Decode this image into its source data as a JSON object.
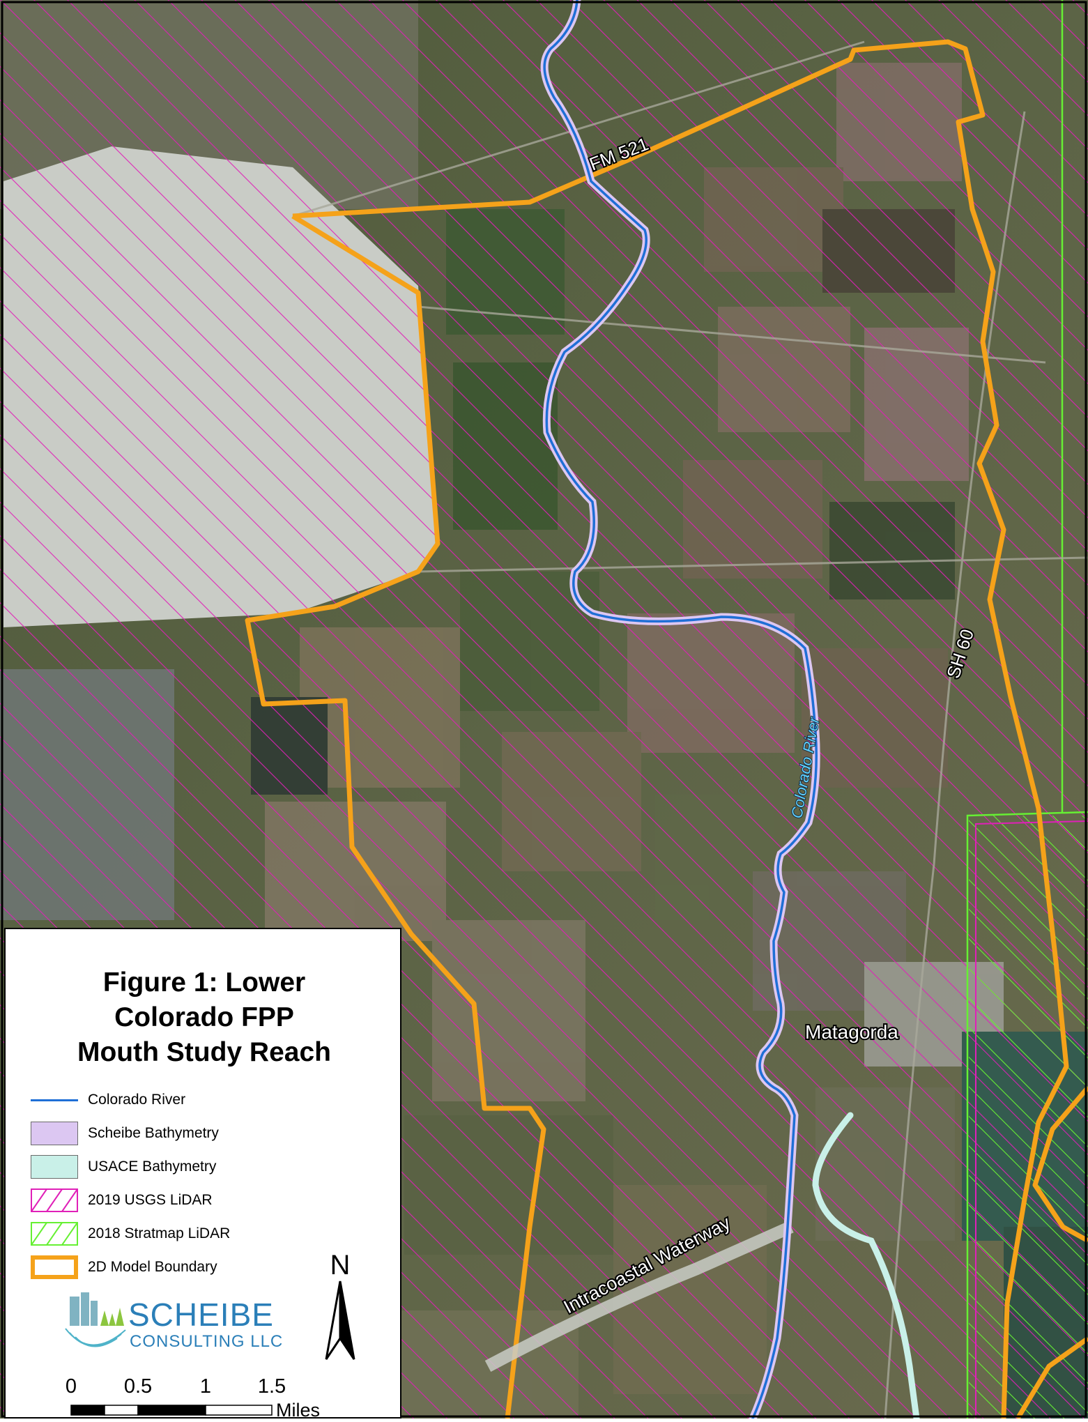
{
  "legend": {
    "title_lines": [
      "Figure 1: Lower",
      "Colorado FPP",
      "Mouth Study Reach"
    ],
    "items": [
      {
        "label": "Colorado River",
        "swatch": "line",
        "color": "#1f6fd6"
      },
      {
        "label": "Scheibe Bathymetry",
        "swatch": "fill",
        "color": "#dcc7f2"
      },
      {
        "label": "USACE Bathymetry",
        "swatch": "fill",
        "color": "#c9f0e8"
      },
      {
        "label": "2019 USGS LiDAR",
        "swatch": "hatch",
        "color": "#e020b8"
      },
      {
        "label": "2018 Stratmap LiDAR",
        "swatch": "hatch",
        "color": "#66f033"
      },
      {
        "label": "2D Model Boundary",
        "swatch": "outline",
        "color": "#f5a21a"
      }
    ]
  },
  "map_labels": {
    "fm521": "FM 521",
    "sh60": "SH 60",
    "colorado_river": "Colorado River",
    "matagorda": "Matagorda",
    "intracoastal": "Intracoastal Waterway"
  },
  "north_arrow": {
    "letter": "N"
  },
  "logo": {
    "line1": "SCHEIBE",
    "line2": "CONSULTING LLC"
  },
  "scale_bar": {
    "ticks": [
      "0",
      "0.5",
      "1",
      "1.5"
    ],
    "unit": "Miles"
  },
  "colors": {
    "river": "#1f6fd6",
    "scheibe_bathymetry": "#dcc7f2",
    "usace_bathymetry": "#c9f0e8",
    "usgs_lidar_hatch": "#e020b8",
    "stratmap_lidar_hatch": "#66f033",
    "model_boundary": "#f5a21a",
    "imagery_base": "#5b6447"
  }
}
